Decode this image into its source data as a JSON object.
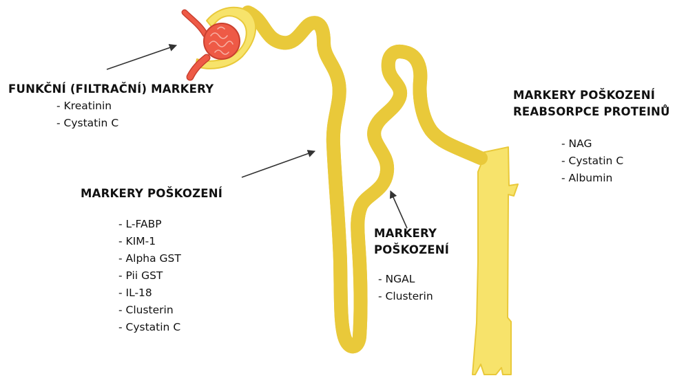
{
  "colors": {
    "tubule": "#f7e36b",
    "tubule_edge": "#e9c93a",
    "glomerulus": "#ee5a46",
    "glomerulus_edge": "#c9402f",
    "arrow": "#333333"
  },
  "labels": {
    "filtration": {
      "heading": "FUNKČNÍ (FILTRAČNÍ) MARKERY",
      "markers": [
        "Kreatinin",
        "Cystatin C"
      ]
    },
    "reabsorption": {
      "heading_line1": "MARKERY POŠKOZENÍ",
      "heading_line2": "REABSORPCE PROTEINŮ",
      "markers": [
        "NAG",
        "Cystatin C",
        "Albumin"
      ]
    },
    "proximal": {
      "heading": "MARKERY POŠKOZENÍ",
      "markers": [
        "L-FABP",
        "KIM-1",
        "Alpha GST",
        "Pii GST",
        "IL-18",
        "Clusterin",
        "Cystatin C"
      ]
    },
    "distal": {
      "heading_line1": "MARKERY",
      "heading_line2": "POŠKOZENÍ",
      "markers": [
        "NGAL",
        "Clusterin"
      ]
    }
  }
}
